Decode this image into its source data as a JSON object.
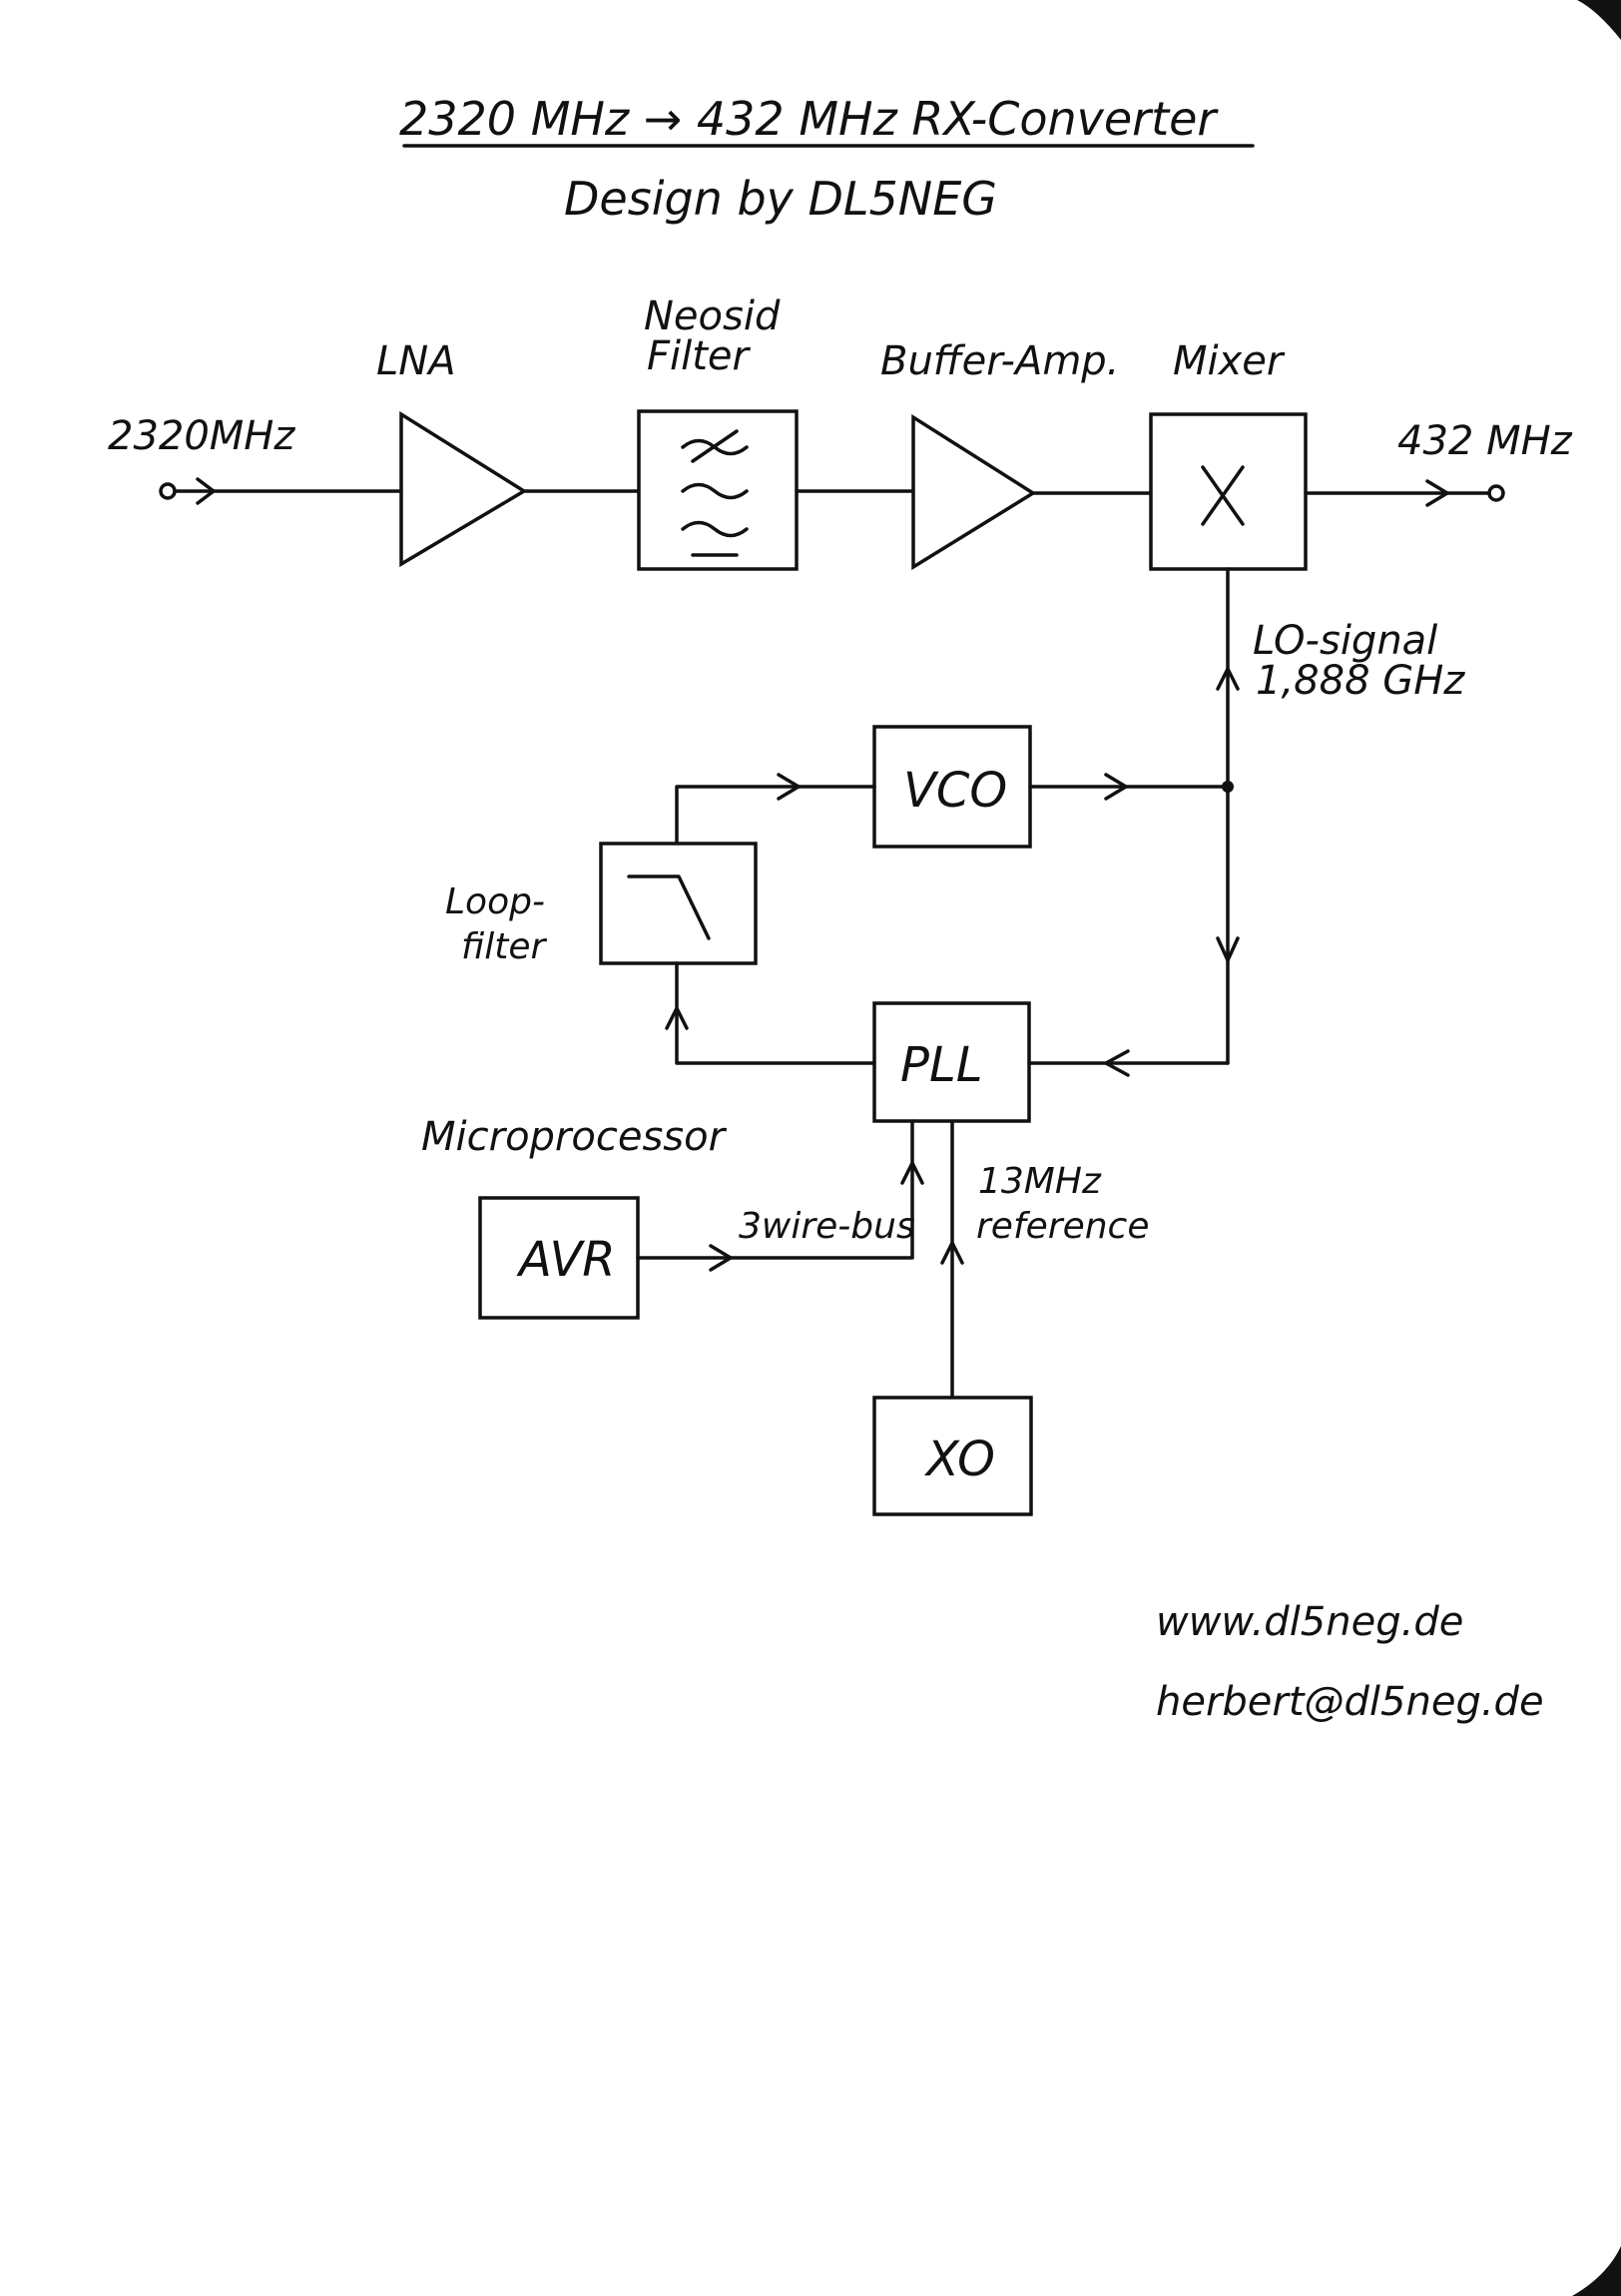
{
  "header": {
    "title": "2320 MHz → 432 MHz RX-Converter",
    "subtitle": "Design by DL5NEG"
  },
  "signal_chain": {
    "input_label": "2320MHz",
    "output_label": "432 MHz",
    "lna_label": "LNA",
    "filter_label_line1": "Neosid",
    "filter_label_line2": "Filter",
    "buffer_label": "Buffer-Amp.",
    "mixer_label": "Mixer"
  },
  "lo_path": {
    "lo_label_line1": "LO-signal",
    "lo_label_line2": "1,888 GHz",
    "vco_label": "VCO",
    "loopfilter_label_line1": "Loop-",
    "loopfilter_label_line2": "filter",
    "pll_label": "PLL",
    "micro_label": "Microprocessor",
    "avr_label": "AVR",
    "bus_label": "3wire-bus",
    "ref_label_line1": "13MHz",
    "ref_label_line2": "reference",
    "xo_label": "XO"
  },
  "footer": {
    "website": "www.dl5neg.de",
    "email": "herbert@dl5neg.de"
  }
}
